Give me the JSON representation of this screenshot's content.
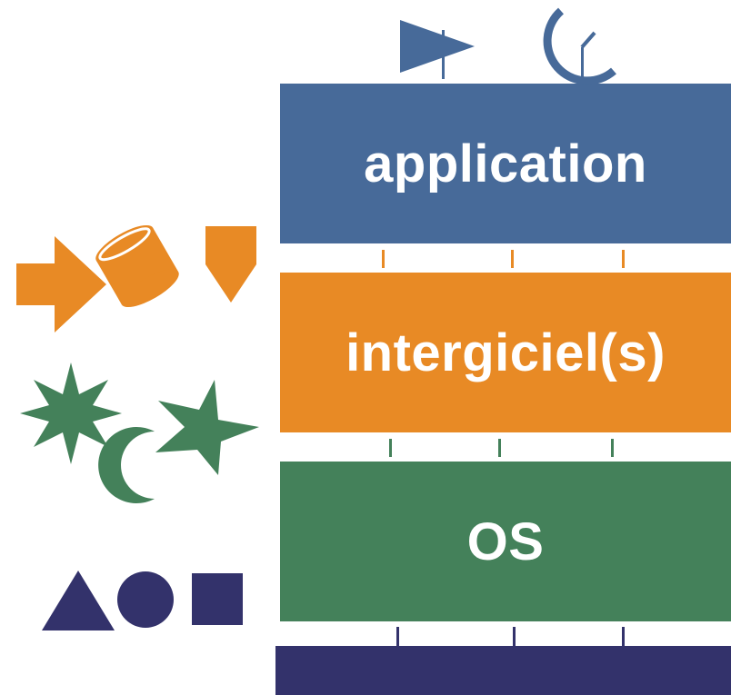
{
  "colors": {
    "application": "#476a99",
    "middleware": "#e88a25",
    "os": "#44815a",
    "hardware": "#33326b"
  },
  "layers": {
    "application": {
      "label": "application"
    },
    "middleware": {
      "label": "intergiciel(s)"
    },
    "os": {
      "label": "OS"
    },
    "hardware": {
      "label": ""
    }
  },
  "icons": {
    "application": [
      "flag-arrow-icon",
      "dish-antenna-icon"
    ],
    "middleware": [
      "arrow-icon",
      "cylinder-icon",
      "pentagon-icon"
    ],
    "os": [
      "eight-point-star-icon",
      "crescent-icon",
      "five-point-star-icon"
    ],
    "hardware": [
      "triangle-icon",
      "circle-icon",
      "square-icon"
    ]
  }
}
